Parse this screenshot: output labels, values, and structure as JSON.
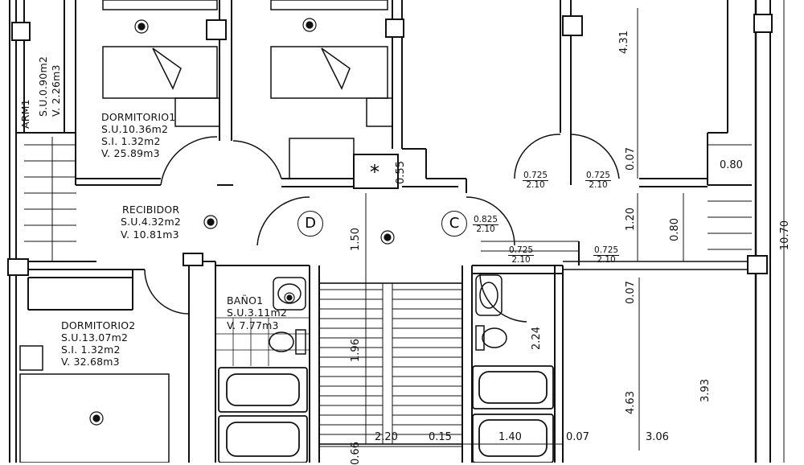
{
  "rooms": {
    "dormitorio1": {
      "name": "DORMITORIO1",
      "su": "S.U.10.36m2",
      "si": "S.I.  1.32m2",
      "v": "V.  25.89m3"
    },
    "recibidor": {
      "name": "RECIBIDOR",
      "su": "S.U.4.32m2",
      "v": "V.  10.81m3"
    },
    "dormitorio2": {
      "name": "DORMITORIO2",
      "su": "S.U.13.07m2",
      "si": "S.I.  1.32m2",
      "v": "V.  32.68m3"
    },
    "bano1": {
      "name": "BAÑO1",
      "su": "S.U.3.11m2",
      "v": "V.  7.77m3"
    },
    "arm1": {
      "name": "ARM1",
      "su": "S.U.0.90m2",
      "v": "V.  2.26m3"
    }
  },
  "markers": {
    "d": "D",
    "c": "C",
    "star": "*"
  },
  "dimensions": {
    "d431": "4.31",
    "d007a": "0.07",
    "d055": "0.55",
    "d080a": "0.80",
    "d120": "1.20",
    "d080b": "0.80",
    "d1070": "10.70",
    "d150": "1.50",
    "d196": "1.96",
    "d224": "2.24",
    "d007b": "0.07",
    "d463": "4.63",
    "d393": "3.93",
    "d220": "2.20",
    "d015": "0.15",
    "d140": "1.40",
    "d007c": "0.07",
    "d306": "3.06",
    "d066": "0.66"
  },
  "doors": {
    "door1": {
      "w": "0.725",
      "h": "2.10"
    },
    "door2": {
      "w": "0.725",
      "h": "2.10"
    },
    "door3": {
      "w": "0.825",
      "h": "2.10"
    },
    "door4": {
      "w": "0.725",
      "h": "2.10"
    },
    "door5": {
      "w": "0.725",
      "h": "2.10"
    }
  },
  "colors": {
    "ink": "#111111",
    "paper": "#ffffff"
  }
}
